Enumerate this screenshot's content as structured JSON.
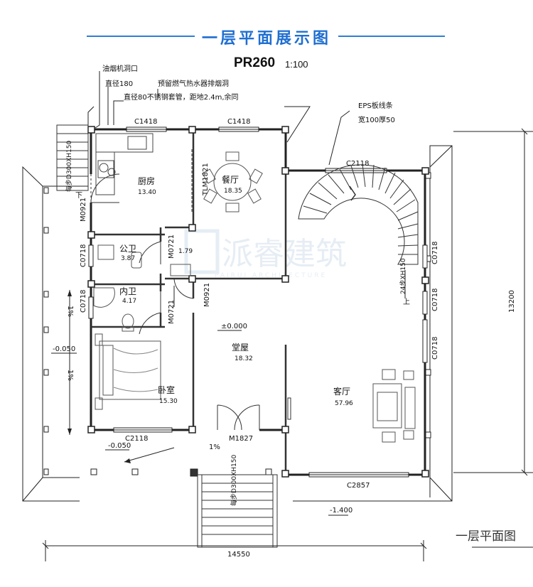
{
  "header": {
    "title": "一层平面展示图",
    "code": "PR260",
    "scale": "1:100",
    "accent_color": "#1f6fd1"
  },
  "notes": {
    "hood_hole": "油烟机洞口",
    "dia180": "直径180",
    "gas_heater": "预留燃气热水器排烟洞",
    "pipe": "直径80不锈钢套管，距地2.4m,余同",
    "eps": "EPS板线条",
    "eps_size": "宽100厚50"
  },
  "rooms": {
    "kitchen": {
      "name": "厨房",
      "area": "13.40"
    },
    "dining": {
      "name": "餐厅",
      "area": "18.35"
    },
    "public_wc": {
      "name": "公卫",
      "area": "3.87"
    },
    "private_wc": {
      "name": "内卫",
      "area": "4.17"
    },
    "bedroom": {
      "name": "卧室",
      "area": "15.30"
    },
    "hall": {
      "name": "堂屋",
      "area": "18.32"
    },
    "living": {
      "name": "客厅",
      "area": "57.96"
    },
    "small_area": "1.79"
  },
  "openings": {
    "c1418_a": "C1418",
    "c1418_b": "C1418",
    "c2118_top": "C2118",
    "c2118_bottom": "C2118",
    "tlm1821": "TLM1821",
    "m0921_a": "M0921",
    "m0921_b": "M0921",
    "m0721_a": "M0721",
    "m0721_b": "M0721",
    "c0718_1": "C0718",
    "c0718_2": "C0718",
    "c0718_3": "C0718",
    "c0718_4": "C0718",
    "c0718_5": "C0718",
    "m1827": "M1827",
    "c2857": "C2857"
  },
  "levels": {
    "hall_zero": "±0.000",
    "terrace_left": "-0.050",
    "terrace_bottom": "-0.050",
    "ground": "-1.400"
  },
  "slopes": {
    "s1": "1%",
    "s2": "1%",
    "s3": "1%"
  },
  "stairs": {
    "left": "每步D300XH150",
    "front": "每步D300XH150",
    "spiral": "24步XH150",
    "up": "上",
    "down": "下"
  },
  "dimensions": {
    "width": "14550",
    "depth": "13200"
  },
  "watermark": {
    "cn": "派睿建筑",
    "en": "PAIRUI ARCHITECTURE"
  },
  "footer": {
    "caption": "一层平面图"
  }
}
